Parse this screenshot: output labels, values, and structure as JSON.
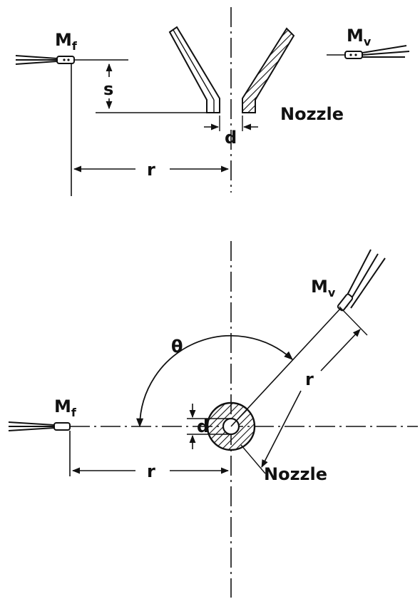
{
  "top_view": {
    "label_mf": "M",
    "label_mf_sub": "f",
    "label_mv": "M",
    "label_mv_sub": "v",
    "label_s": "s",
    "label_d": "d",
    "label_r": "r",
    "label_nozzle": "Nozzle"
  },
  "bottom_view": {
    "label_theta": "θ",
    "label_mf": "M",
    "label_mf_sub": "f",
    "label_mv": "M",
    "label_mv_sub": "v",
    "label_d": "d",
    "label_r_horizontal": "r",
    "label_r_diagonal": "r",
    "label_nozzle": "Nozzle"
  },
  "colors": {
    "ink": "#111111",
    "paper": "#ffffff"
  }
}
